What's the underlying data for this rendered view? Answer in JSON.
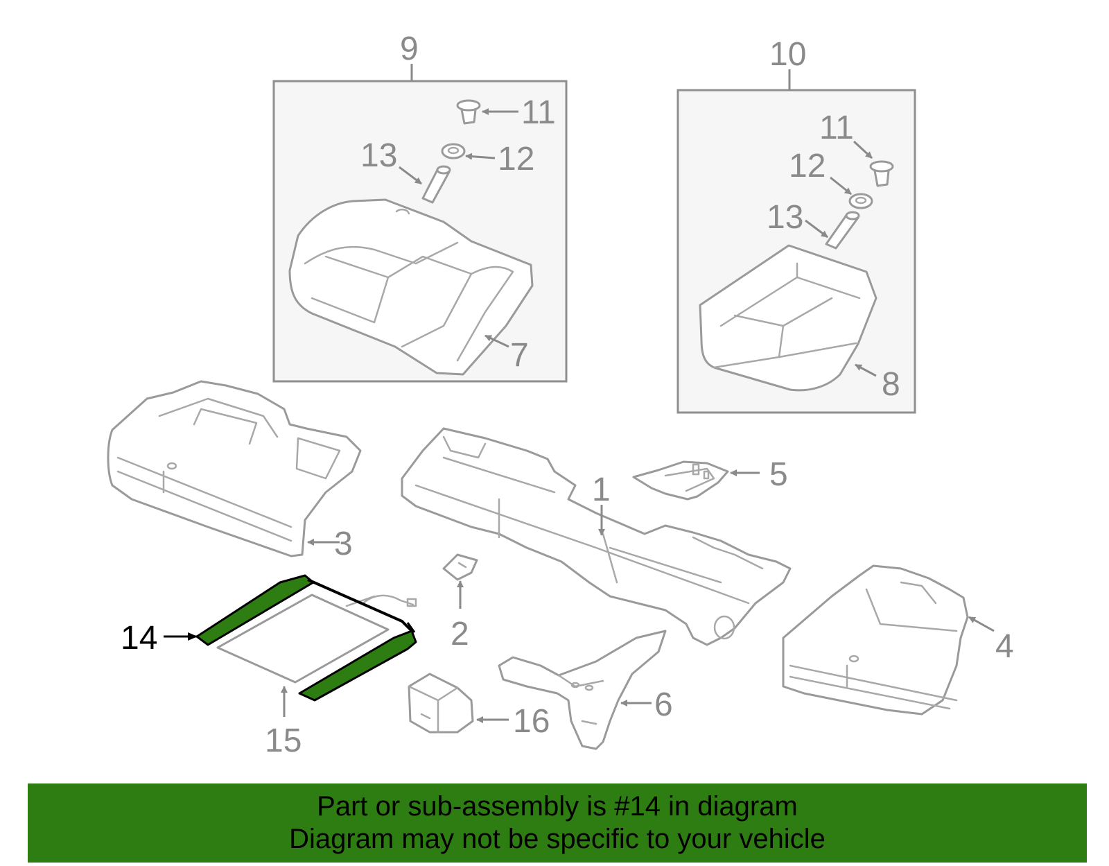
{
  "colors": {
    "highlight_part": "#2e7d12",
    "footer_background": "#2e7d12",
    "line_art": "#9a9a9a",
    "callout_text": "#8a8a8a",
    "highlight_callout": "#000000"
  },
  "callouts": {
    "c1": "1",
    "c2": "2",
    "c3": "3",
    "c4": "4",
    "c5": "5",
    "c6": "6",
    "c7": "7",
    "c8": "8",
    "c9": "9",
    "c10": "10",
    "c11a": "11",
    "c12a": "12",
    "c13a": "13",
    "c11b": "11",
    "c12b": "12",
    "c13b": "13",
    "c14": "14",
    "c15": "15",
    "c16": "16"
  },
  "highlighted_part": "14",
  "footer": {
    "line1": "Part or sub-assembly is #14 in diagram",
    "line2": "Diagram may not be specific to your vehicle"
  }
}
